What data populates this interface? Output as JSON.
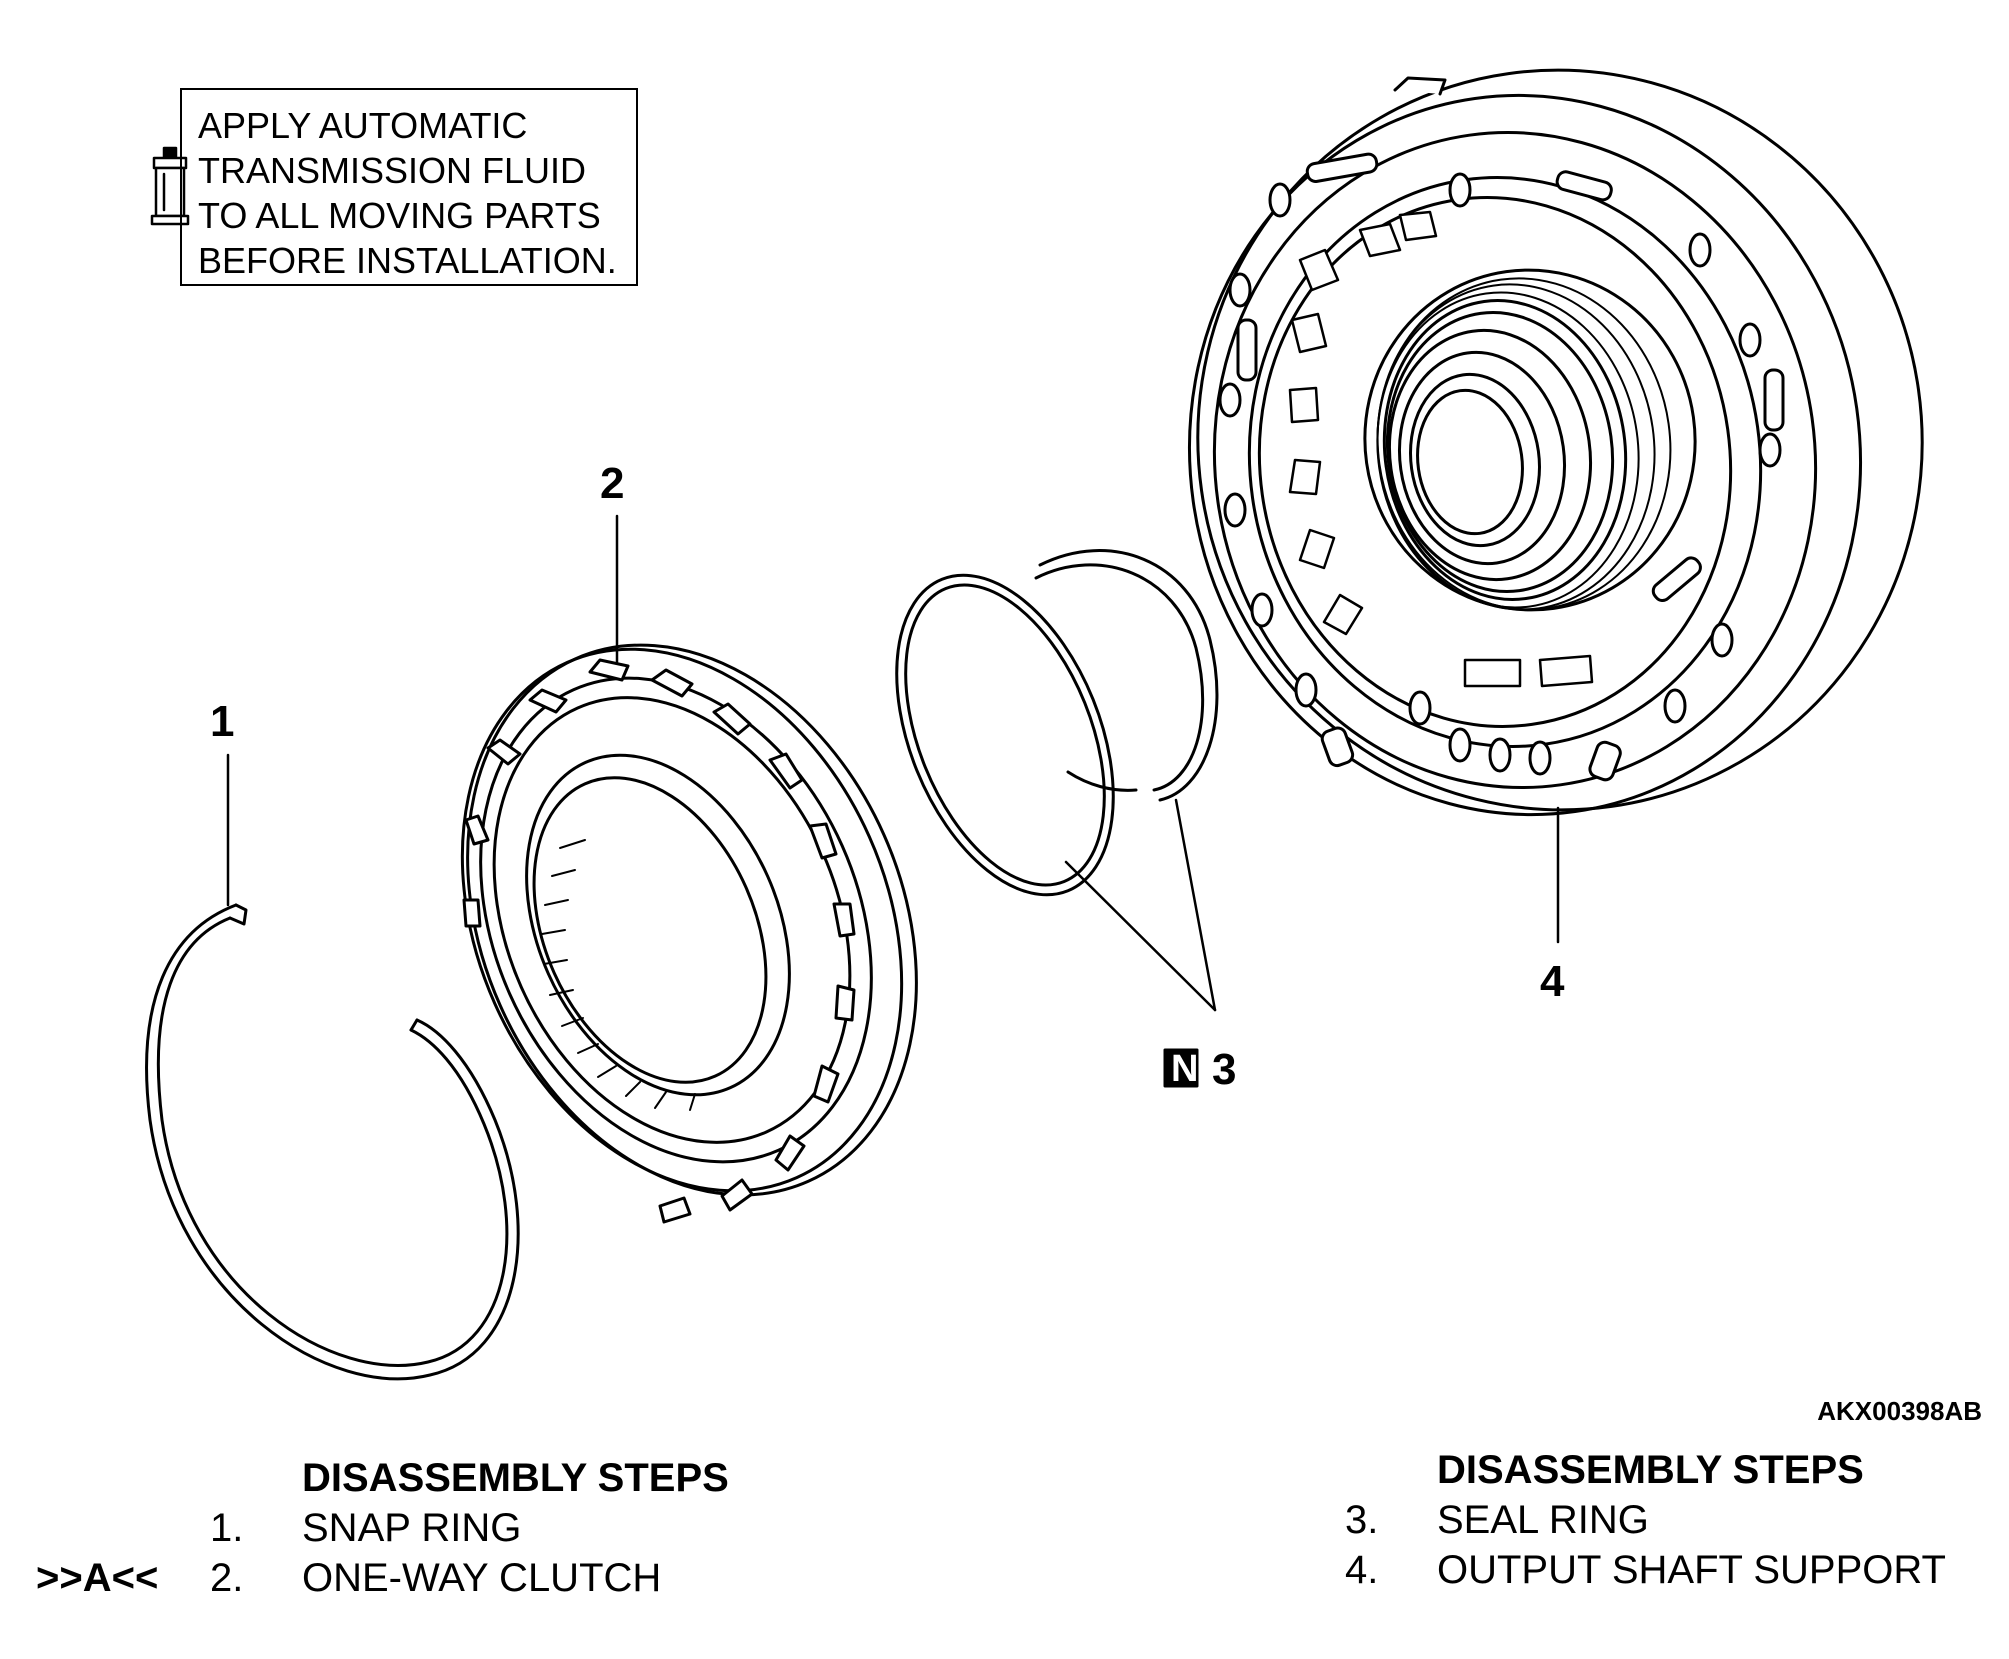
{
  "note": {
    "icon": "fluid-bottle-icon",
    "lines": [
      "APPLY AUTOMATIC",
      "TRANSMISSION FLUID",
      "TO ALL MOVING PARTS",
      "BEFORE INSTALLATION."
    ]
  },
  "callouts": {
    "c1": "1",
    "c2": "2",
    "c3": "3",
    "c3_badge": "N",
    "c4": "4"
  },
  "reference_code": "AKX00398AB",
  "steps_left": {
    "title": "DISASSEMBLY STEPS",
    "items": [
      {
        "mark": "",
        "num": "1.",
        "text": "SNAP RING"
      },
      {
        "mark": ">>A<<",
        "num": "2.",
        "text": "ONE-WAY CLUTCH"
      }
    ]
  },
  "steps_right": {
    "title": "DISASSEMBLY STEPS",
    "items": [
      {
        "mark": "",
        "num": "3.",
        "text": "SEAL RING"
      },
      {
        "mark": "",
        "num": "4.",
        "text": "OUTPUT SHAFT SUPPORT"
      }
    ]
  }
}
